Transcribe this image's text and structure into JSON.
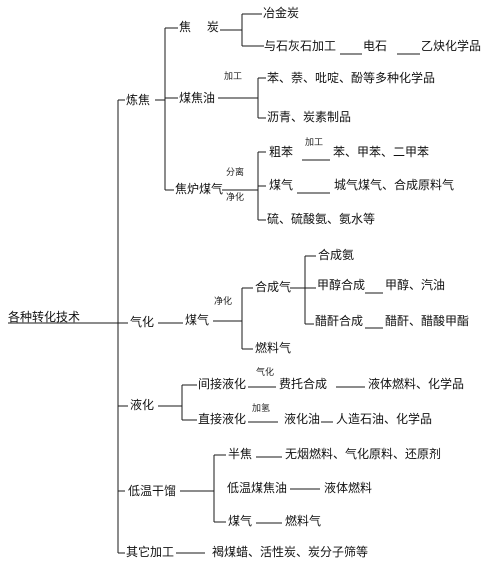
{
  "root": "各种转化技术",
  "coking": {
    "label": "炼焦",
    "coke": {
      "label": "焦 炭",
      "metallurgical": "冶金炭",
      "limestone": "与石灰石加工",
      "carbide": "电石",
      "acetylene": "乙炔化学品"
    },
    "tar": {
      "label": "煤焦油",
      "process": "加工",
      "chemicals": "苯、萘、吡啶、酚等多种化学品",
      "pitch": "沥青、炭素制品"
    },
    "cog": {
      "label": "焦炉煤气",
      "separate": "分离",
      "purify": "净化",
      "crude": "粗苯",
      "crude_process": "加工",
      "benzenes": "苯、甲苯、二甲苯",
      "gas": "煤气",
      "gas_products": "城气煤气、合成原料气",
      "sulfur": "硫、硫酸氨、氨水等"
    }
  },
  "gasification": {
    "label": "气化",
    "gas": "煤气",
    "purify": "净化",
    "syngas": "合成气",
    "fuel_gas": "燃料气",
    "ammonia": "合成氨",
    "methanol_syn": "甲醇合成",
    "methanol_prod": "甲醇、汽油",
    "acetic_syn": "醋酐合成",
    "acetic_prod": "醋酐、醋酸甲酯"
  },
  "liquefaction": {
    "label": "液化",
    "indirect": "间接液化",
    "gas_small": "气化",
    "ft": "费托合成",
    "ft_prod": "液体燃料、化学品",
    "direct": "直接液化",
    "hydro": "加氢",
    "oil": "液化油",
    "oil_prod": "人造石油、化学品"
  },
  "carbonization": {
    "label": "低温干馏",
    "semicoke": "半焦",
    "semicoke_prod": "无烟燃料、气化原料、还原剂",
    "tar": "低温煤焦油",
    "tar_prod": "液体燃料",
    "gas": "煤气",
    "gas_prod": "燃料气"
  },
  "other": {
    "label": "其它加工",
    "products": "褐煤蜡、活性炭、炭分子筛等"
  }
}
